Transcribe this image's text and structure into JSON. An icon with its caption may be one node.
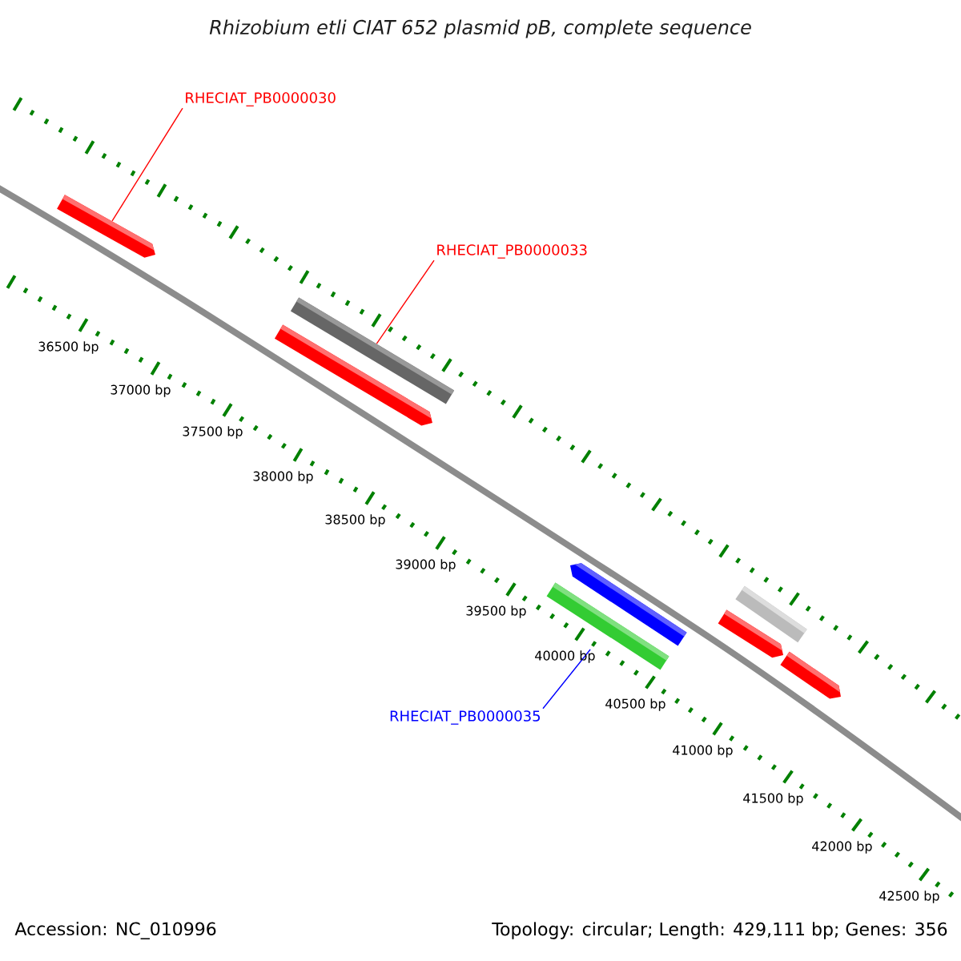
{
  "diagram": {
    "title": "Rhizobium etli CIAT 652 plasmid pB, complete sequence",
    "nodes": [
      {
        "text": [
          "RHECIAT_PB0000030"
        ]
      },
      {
        "text": [],
        "shape": "bar"
      },
      {
        "text": [
          "RHECIAT_PB0000033"
        ]
      },
      {
        "text": [],
        "shape": "bar"
      },
      {
        "text": [],
        "shape": "bar"
      },
      {
        "text": [],
        "shape": "bar"
      },
      {
        "text": [],
        "shape": "bar"
      },
      {
        "text": [],
        "shape": "bar"
      },
      {
        "text": [],
        "shape": "bar"
      },
      {
        "text": [],
        "shape": "bar"
      },
      {
        "text": [
          "RHECIAT_PB0000035"
        ]
      }
    ],
    "edges": [
      {
        "from": 0,
        "to": 1,
        "arrow": "none"
      },
      {
        "from": 2,
        "to": 3,
        "arrow": "none"
      },
      {
        "from": 10,
        "to": 6,
        "arrow": "none",
        "color": "#0000ff"
      }
    ],
    "labels": [
      "36500 bp",
      "37000 bp",
      "37500 bp",
      "38000 bp",
      "38500 bp",
      "39000 bp",
      "39500 bp",
      "40000 bp",
      "40500 bp",
      "41000 bp",
      "41500 bp",
      "42000 bp",
      "42500 bp",
      "Accession: NC_010996",
      "Topology: circular; Length: 429,111 bp; Genes: 356"
    ]
  }
}
